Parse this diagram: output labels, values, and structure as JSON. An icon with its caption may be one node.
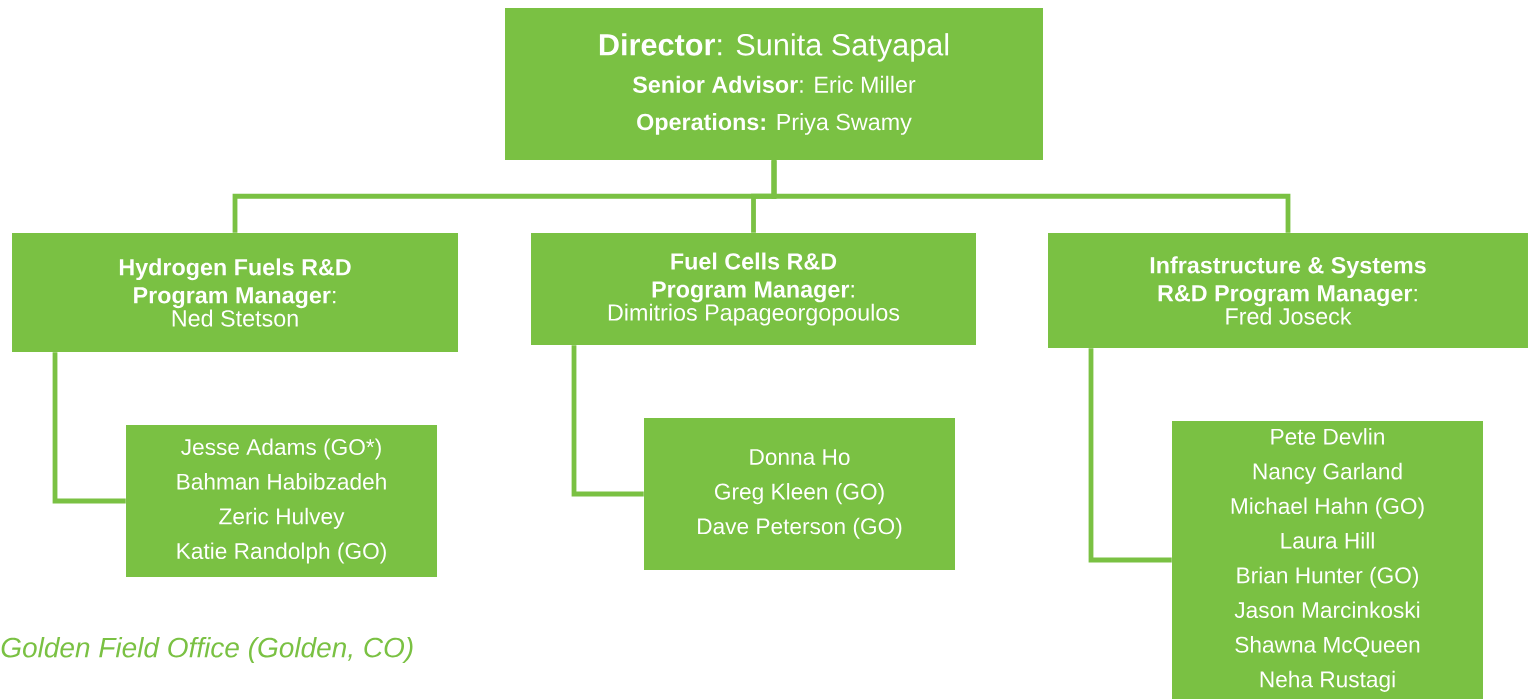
{
  "diagram": {
    "nodes": [
      {
        "text": [
          "**Director**: Sunita Satyapal",
          "**Senior Advisor**: Eric Miller",
          "**Operations:** Priya Swamy"
        ]
      },
      {
        "text": [
          "**Hydrogen Fuels R&D Program Manager**:",
          "Ned Stetson"
        ]
      },
      {
        "text": [
          "**Fuel Cells R&D Program Manager**:",
          "Dimitrios Papageorgopoulos"
        ]
      },
      {
        "text": [
          "**Infrastructure & Systems R&D Program Manager**:",
          "Fred Joseck"
        ]
      },
      {
        "text": [
          "Jesse Adams (GO*)",
          "Bahman Habibzadeh",
          "Zeric Hulvey",
          "Katie Randolph (GO)"
        ]
      },
      {
        "text": [
          "Donna Ho",
          "Greg Kleen (GO)",
          "Dave Peterson (GO)"
        ]
      },
      {
        "text": [
          "Pete Devlin",
          "Nancy Garland",
          "Michael Hahn (GO)",
          "Laura Hill",
          "Brian Hunter (GO)",
          "Jason Marcinkoski",
          "Shawna McQueen",
          "Neha Rustagi"
        ]
      }
    ],
    "edges": [
      {
        "from": 0,
        "to": 1,
        "arrow": "none"
      },
      {
        "from": 0,
        "to": 2,
        "arrow": "none"
      },
      {
        "from": 0,
        "to": 3,
        "arrow": "none"
      },
      {
        "from": 1,
        "to": 4,
        "arrow": "none"
      },
      {
        "from": 2,
        "to": 5,
        "arrow": "none"
      },
      {
        "from": 3,
        "to": 6,
        "arrow": "none"
      }
    ],
    "labels": [
      "Golden Field Office (Golden, CO)"
    ]
  }
}
